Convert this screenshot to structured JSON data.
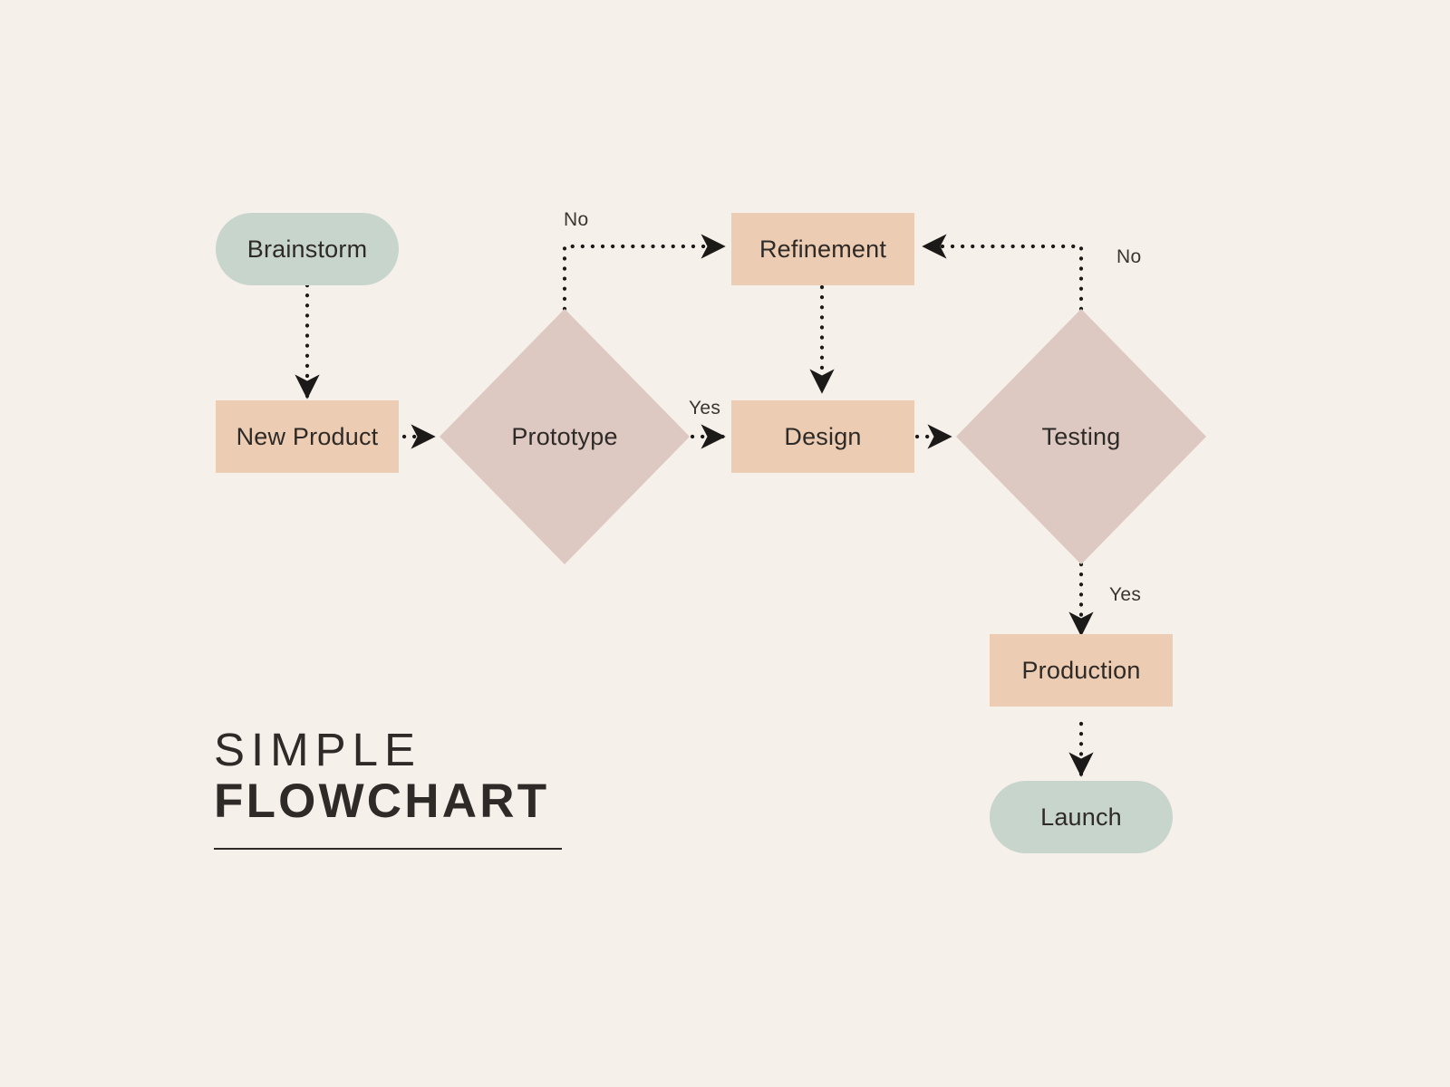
{
  "meta": {
    "background_color": "#f5f0ea",
    "text_color": "#2e2a27"
  },
  "title": {
    "line1": "SIMPLE",
    "line2": "FLOWCHART"
  },
  "palette": {
    "terminator": "#c8d5cc",
    "process": "#ecccb3",
    "decision": "#ddc9c1",
    "connector": "#1c1a18"
  },
  "chart_data": {
    "type": "diagram",
    "diagram_kind": "flowchart",
    "title": "SIMPLE FLOWCHART",
    "nodes": [
      {
        "id": "brainstorm",
        "label": "Brainstorm",
        "shape": "terminator",
        "color": "#c8d5cc"
      },
      {
        "id": "new-product",
        "label": "New Product",
        "shape": "process",
        "color": "#ecccb3"
      },
      {
        "id": "prototype",
        "label": "Prototype",
        "shape": "decision",
        "color": "#ddc9c1"
      },
      {
        "id": "refinement",
        "label": "Refinement",
        "shape": "process",
        "color": "#ecccb3"
      },
      {
        "id": "design",
        "label": "Design",
        "shape": "process",
        "color": "#ecccb3"
      },
      {
        "id": "testing",
        "label": "Testing",
        "shape": "decision",
        "color": "#ddc9c1"
      },
      {
        "id": "production",
        "label": "Production",
        "shape": "process",
        "color": "#ecccb3"
      },
      {
        "id": "launch",
        "label": "Launch",
        "shape": "terminator",
        "color": "#c8d5cc"
      }
    ],
    "edges": [
      {
        "from": "brainstorm",
        "to": "new-product",
        "label": "",
        "style": "dotted"
      },
      {
        "from": "new-product",
        "to": "prototype",
        "label": "",
        "style": "dotted"
      },
      {
        "from": "prototype",
        "to": "refinement",
        "label": "No",
        "style": "dotted"
      },
      {
        "from": "prototype",
        "to": "design",
        "label": "Yes",
        "style": "dotted"
      },
      {
        "from": "refinement",
        "to": "design",
        "label": "",
        "style": "dotted"
      },
      {
        "from": "design",
        "to": "testing",
        "label": "",
        "style": "dotted"
      },
      {
        "from": "testing",
        "to": "refinement",
        "label": "No",
        "style": "dotted"
      },
      {
        "from": "testing",
        "to": "production",
        "label": "Yes",
        "style": "dotted"
      },
      {
        "from": "production",
        "to": "launch",
        "label": "",
        "style": "dotted"
      }
    ],
    "edge_labels": [
      {
        "id": "no-prototype",
        "text": "No"
      },
      {
        "id": "yes-prototype",
        "text": "Yes"
      },
      {
        "id": "no-testing",
        "text": "No"
      },
      {
        "id": "yes-testing",
        "text": "Yes"
      }
    ]
  }
}
